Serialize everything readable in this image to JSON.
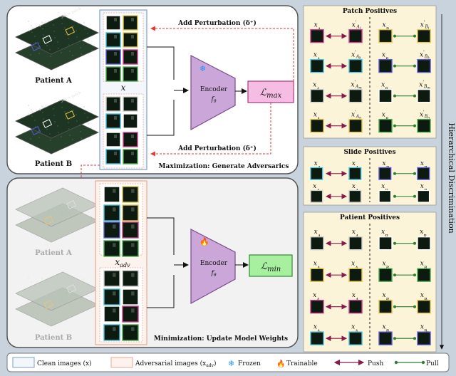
{
  "colors": {
    "page_bg": "#c9d3de",
    "panel_bg": "#ffffff",
    "panel_border": "#555555",
    "clean_border": "#7ea0c8",
    "adv_border": "#e7a98e",
    "encoder_fill": "#cba6d8",
    "encoder_stroke": "#7b4a8f",
    "loss_max_fill": "#f6bde4",
    "loss_max_stroke": "#b0337f",
    "loss_min_fill": "#a7f0a0",
    "loss_min_stroke": "#2f8a2f",
    "hier_bg": "#fbf4d9",
    "push": "#8b1a4a",
    "pull": "#2e7d32",
    "perturb": "#e53935",
    "tile_colors": [
      "#ffffff",
      "#e8c547",
      "#5a5ad6",
      "#4caf50",
      "#a0522d",
      "#d63a8e",
      "#40c4e0",
      "#d0d0d0"
    ]
  },
  "top_panel": {
    "patient_a": "Patient A",
    "patient_b": "Patient B",
    "slide_text_1": "10k × pixels",
    "slide_text_2": "50k × patch",
    "x_label": "x",
    "encoder_label": "Encoder",
    "encoder_sub": "f",
    "encoder_sub_index": "θ",
    "loss_label": "ℒ",
    "loss_sub": "max",
    "perturb_top": "Add Perturbation (δ⁺)",
    "perturb_bottom": "Add Perturbation (δ⁺)",
    "caption": "Maximization: Generate Adversarics"
  },
  "bottom_panel": {
    "patient_a": "Patient A",
    "patient_b": "Patient B",
    "x_label": "x",
    "x_sub": "adv",
    "encoder_label": "Encoder",
    "encoder_sub": "f",
    "encoder_sub_index": "θ",
    "loss_label": "ℒ",
    "loss_sub": "min",
    "caption": "Minimization: Update Model Weights"
  },
  "hierarchy": {
    "side_label": "Hierarchical Discrimination",
    "sections": [
      {
        "title": "Patch Positives",
        "rows": [
          {
            "l1": "x",
            "l1s": "A",
            "l1i": "j",
            "l1p": "",
            "l2": "x",
            "l2s": "A",
            "l2i": "j",
            "l2p": "'",
            "r1": "x",
            "r1s": "B",
            "r1i": "j",
            "r1p": "",
            "r2": "x",
            "r2s": "B",
            "r2i": "j",
            "r2p": "'"
          },
          {
            "l1": "x",
            "l1s": "A",
            "l1i": "k",
            "l1p": "",
            "l2": "x",
            "l2s": "A",
            "l2i": "k",
            "l2p": "'",
            "r1": "x",
            "r1s": "B",
            "r1i": "k",
            "r1p": "",
            "r2": "x",
            "r2s": "B",
            "r2i": "k",
            "r2p": "'"
          },
          {
            "l1": "x",
            "l1s": "A",
            "l1i": "m",
            "l1p": "",
            "l2": "x",
            "l2s": "A",
            "l2i": "m",
            "l2p": "'",
            "r1": "x",
            "r1s": "B",
            "r1i": "m",
            "r1p": "",
            "r2": "x",
            "r2s": "B",
            "r2i": "m",
            "r2p": "'"
          },
          {
            "l1": "x",
            "l1s": "A",
            "l1i": "n",
            "l1p": "",
            "l2": "x",
            "l2s": "A",
            "l2i": "n",
            "l2p": "'",
            "r1": "x",
            "r1s": "B",
            "r1i": "n",
            "r1p": "",
            "r2": "x",
            "r2s": "B",
            "r2i": "n",
            "r2p": "'"
          }
        ]
      },
      {
        "title": "Slide Positives",
        "rows": [
          {
            "l1": "x",
            "l1s": "A",
            "l1i": "j",
            "l1p": "",
            "l2": "x",
            "l2s": "A",
            "l2i": "k",
            "l2p": "",
            "r1": "x",
            "r1s": "B",
            "r1i": "j",
            "r1p": "",
            "r2": "x",
            "r2s": "B",
            "r2i": "k",
            "r2p": ""
          },
          {
            "l1": "x",
            "l1s": "A",
            "l1i": "m",
            "l1p": "",
            "l2": "x",
            "l2s": "A",
            "l2i": "n",
            "l2p": "",
            "r1": "x",
            "r1s": "B",
            "r1i": "m",
            "r1p": "",
            "r2": "x",
            "r2s": "B",
            "r2i": "n",
            "r2p": ""
          }
        ]
      },
      {
        "title": "Patient Positives",
        "rows": [
          {
            "l1": "x",
            "l1s": "A",
            "l1i": "j",
            "l1p": "",
            "l2": "x",
            "l2s": "A",
            "l2i": "n",
            "l2p": "",
            "r1": "x",
            "r1s": "B",
            "r1i": "m",
            "r1p": "",
            "r2": "x",
            "r2s": "B",
            "r2i": "m",
            "r2p": ""
          },
          {
            "l1": "x",
            "l1s": "A",
            "l1i": "k",
            "l1p": "",
            "l2": "x",
            "l2s": "A",
            "l2i": "m",
            "l2p": "",
            "r1": "x",
            "r1s": "B",
            "r1i": "j",
            "r1p": "",
            "r2": "x",
            "r2s": "B",
            "r2i": "n",
            "r2p": ""
          },
          {
            "l1": "x",
            "l1s": "A",
            "l1i": "m",
            "l1p": "",
            "l2": "x",
            "l2s": "A",
            "l2i": "n",
            "l2p": "",
            "r1": "x",
            "r1s": "B",
            "r1i": "j",
            "r1p": "",
            "r2": "x",
            "r2s": "B",
            "r2i": "k",
            "r2p": ""
          },
          {
            "l1": "x",
            "l1s": "A",
            "l1i": "k",
            "l1p": "",
            "l2": "x",
            "l2s": "A",
            "l2i": "m",
            "l2p": "",
            "r1": "x",
            "r1s": "B",
            "r1i": "j",
            "r1p": "",
            "r2": "x",
            "r2s": "B",
            "r2i": "k",
            "r2p": ""
          }
        ]
      }
    ]
  },
  "legend": {
    "clean_label": "Clean images (x)",
    "adv_label": "Adversarial images (x",
    "adv_label_sub": "adv",
    "adv_label_close": ")",
    "frozen_label": "Frozen",
    "trainable_label": "Trainable",
    "push_label": "Push",
    "pull_label": "Pull",
    "frozen_icon": "snowflake-icon",
    "trainable_icon": "flame-icon"
  }
}
